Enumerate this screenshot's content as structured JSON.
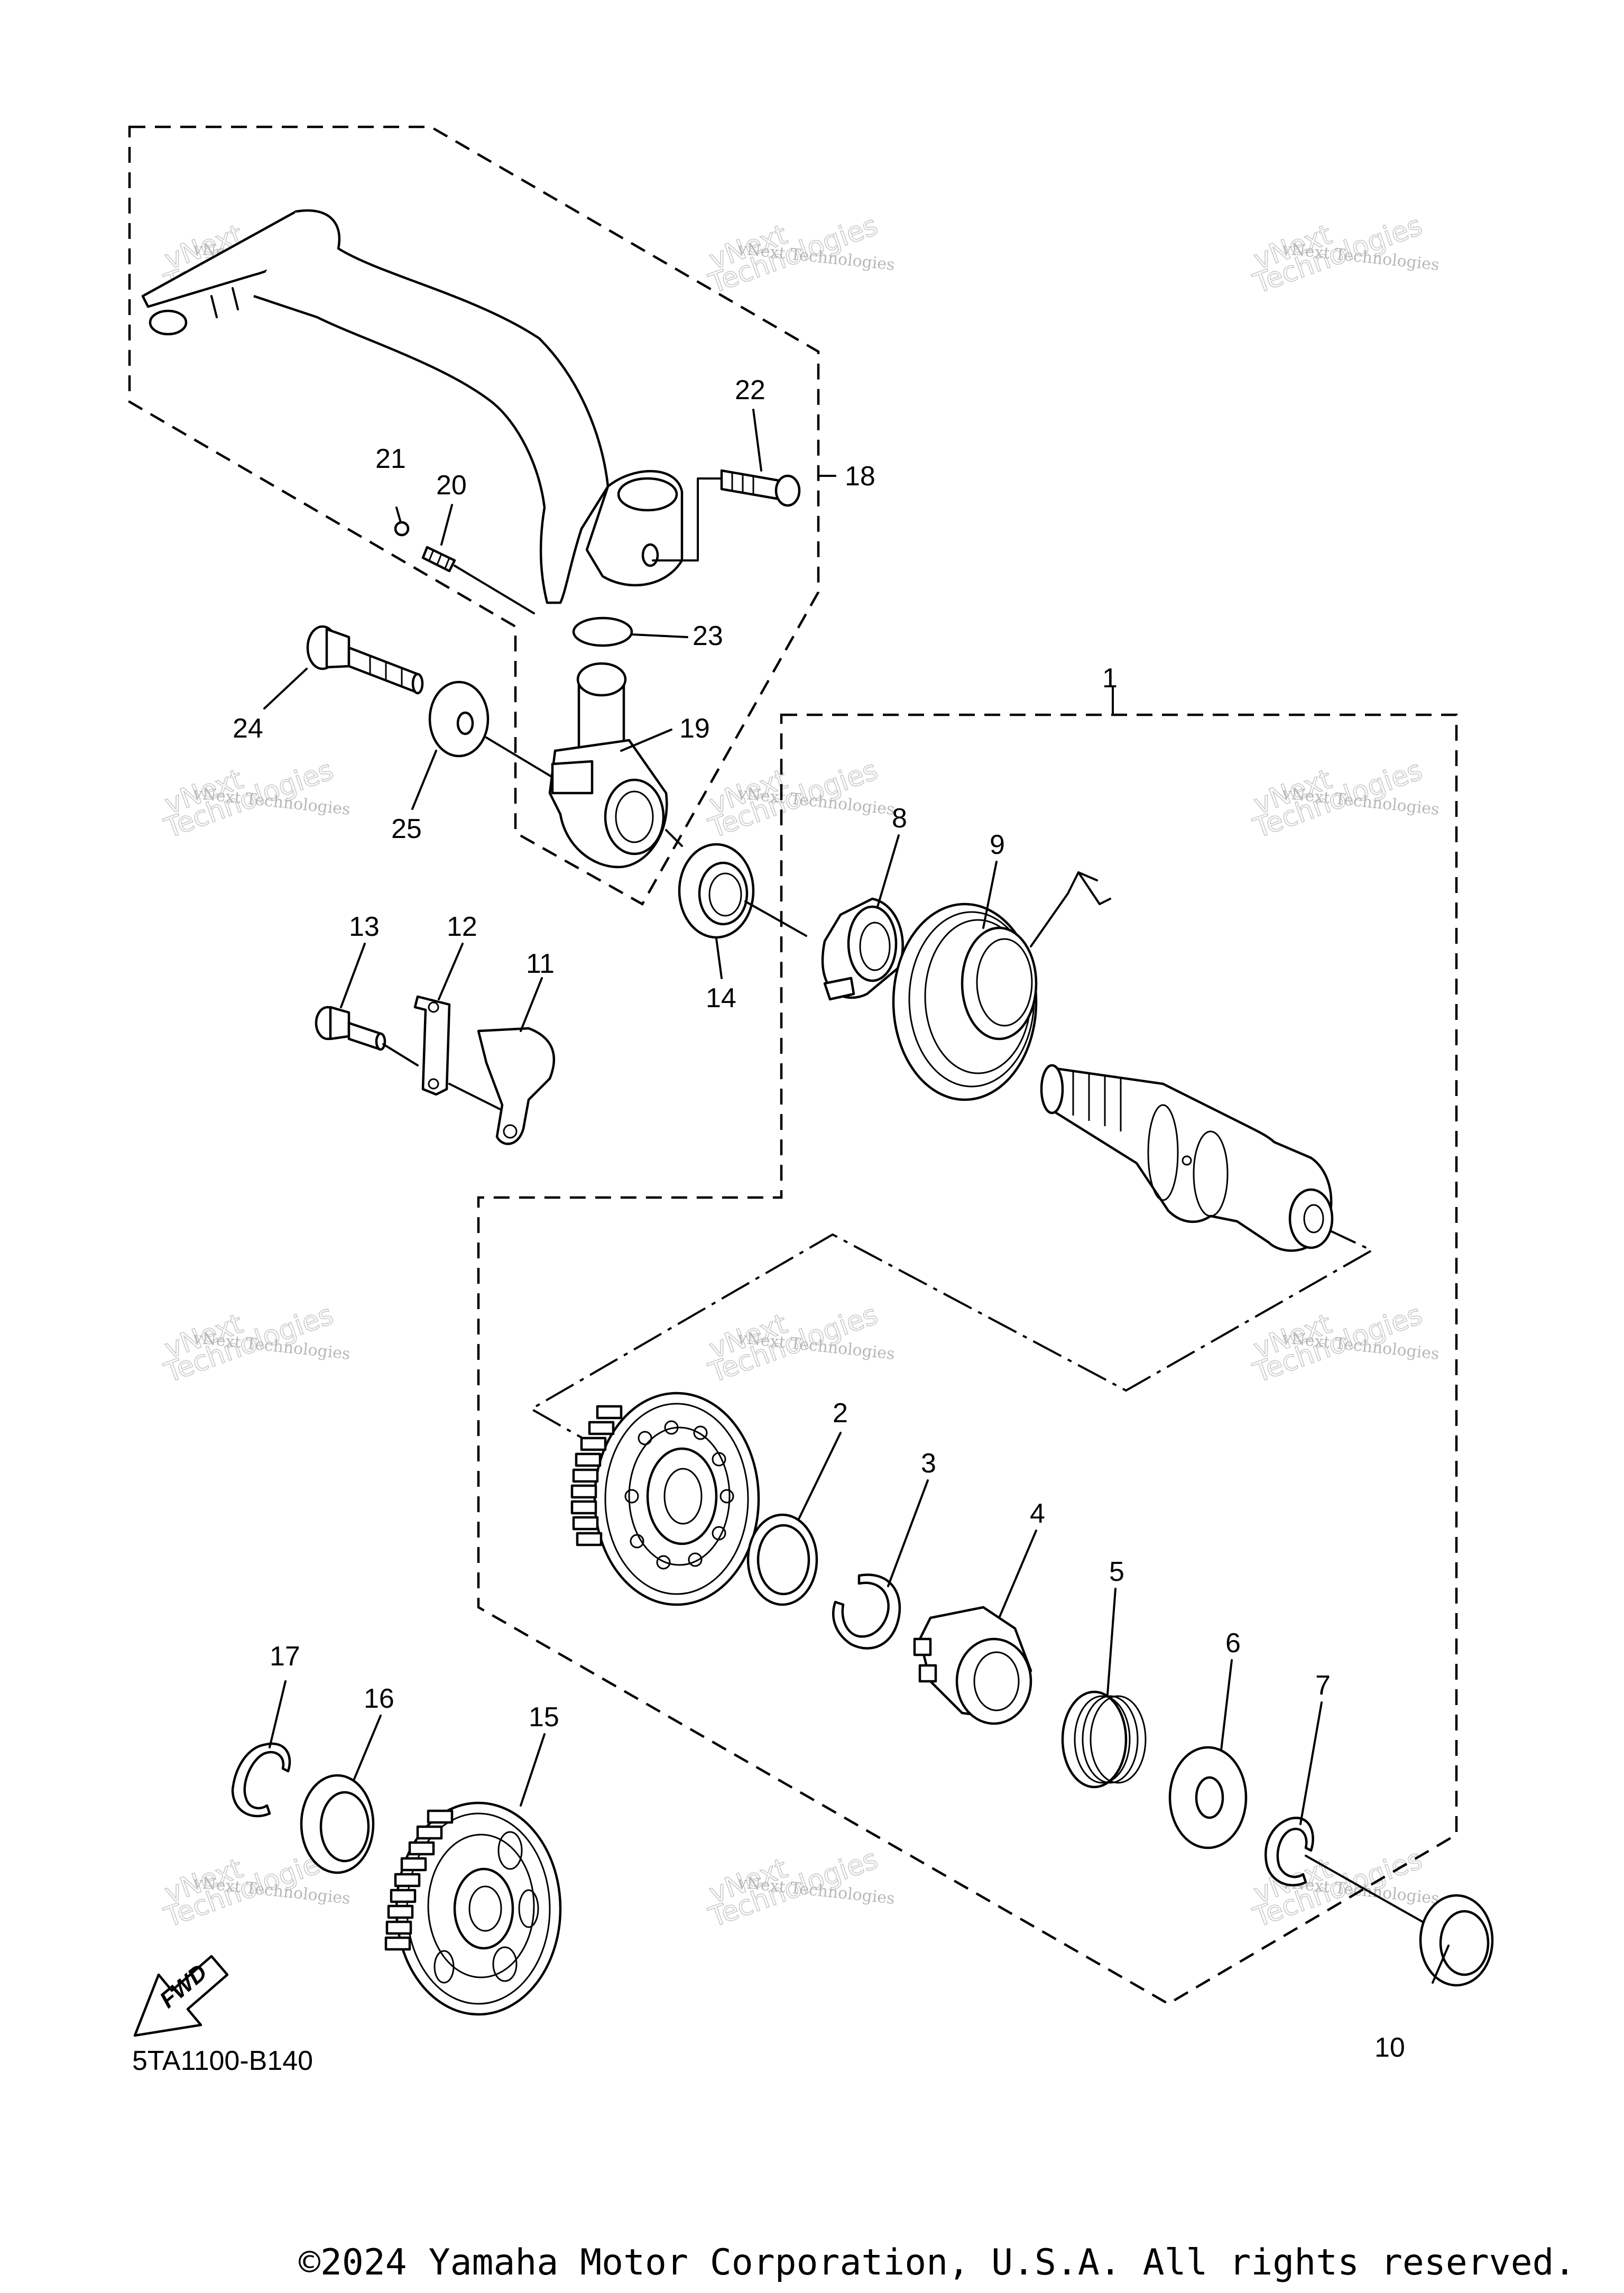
{
  "diagram": {
    "part_code": "5TA1100-B140",
    "fwd_label": "FWD",
    "copyright": "©2024 Yamaha Motor Corporation, U.S.A. All rights reserved.",
    "watermark_line1": "vNext Technologies",
    "watermark_line2": "vNext",
    "watermark_line3": "Technologies",
    "callouts": {
      "c1": "1",
      "c2": "2",
      "c3": "3",
      "c4": "4",
      "c5": "5",
      "c6": "6",
      "c7": "7",
      "c8": "8",
      "c9": "9",
      "c10": "10",
      "c11": "11",
      "c12": "12",
      "c13": "13",
      "c14": "14",
      "c15": "15",
      "c16": "16",
      "c17": "17",
      "c18": "18",
      "c19": "19",
      "c20": "20",
      "c21": "21",
      "c22": "22",
      "c23": "23",
      "c24": "24",
      "c25": "25"
    }
  }
}
